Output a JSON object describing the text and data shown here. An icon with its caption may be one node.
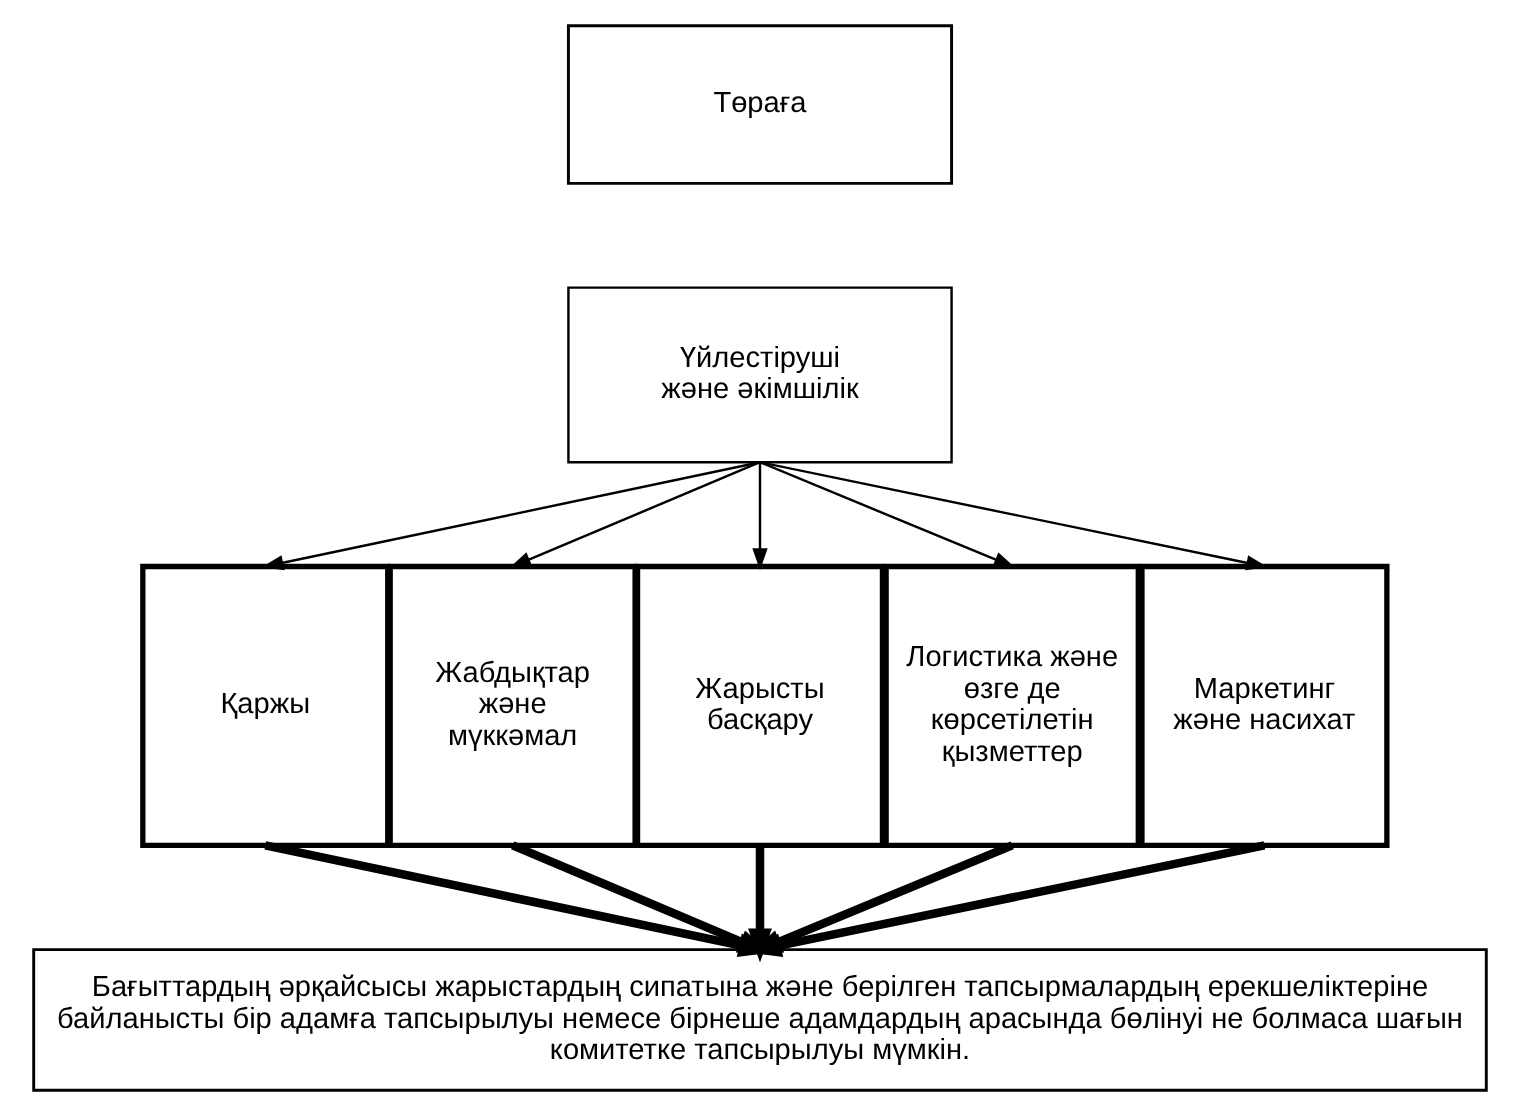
{
  "diagram": {
    "nodes": [
      {
        "text": [
          "Төраға"
        ]
      },
      {
        "text": [
          "Үйлестіруші және әкімшілік"
        ]
      },
      {
        "text": [
          "Қаржы"
        ]
      },
      {
        "text": [
          "Жабдықтар және мүккәмал"
        ]
      },
      {
        "text": [
          "Жарысты басқару"
        ]
      },
      {
        "text": [
          "Логистика және өзге де көрсетілетін қызметтер"
        ]
      },
      {
        "text": [
          "Маркетинг",
          "және насихат"
        ]
      },
      {
        "text": [
          "Бағыттардың әрқайсысы жарыстардың сипатына және берілген тапсырмалардың ерекшеліктеріне байланысты бір адамға тапсырылуы немесе бірнеше адамдардың арасында бөлінуі не болмаса шағын комитетке тапсырылуы мүмкін."
        ]
      }
    ],
    "edges": [
      {
        "from": 1,
        "to": 2,
        "arrow": "to"
      },
      {
        "from": 1,
        "to": 3,
        "arrow": "to"
      },
      {
        "from": 1,
        "to": 4,
        "arrow": "to"
      },
      {
        "from": 1,
        "to": 5,
        "arrow": "to"
      },
      {
        "from": 1,
        "to": 6,
        "arrow": "to"
      },
      {
        "from": 2,
        "to": 7,
        "arrow": "to",
        "style": "thick"
      },
      {
        "from": 3,
        "to": 7,
        "arrow": "to",
        "style": "thick"
      },
      {
        "from": 4,
        "to": 7,
        "arrow": "to",
        "style": "thick"
      },
      {
        "from": 5,
        "to": 7,
        "arrow": "to",
        "style": "thick"
      },
      {
        "from": 6,
        "to": 7,
        "arrow": "to",
        "style": "thick"
      }
    ]
  }
}
